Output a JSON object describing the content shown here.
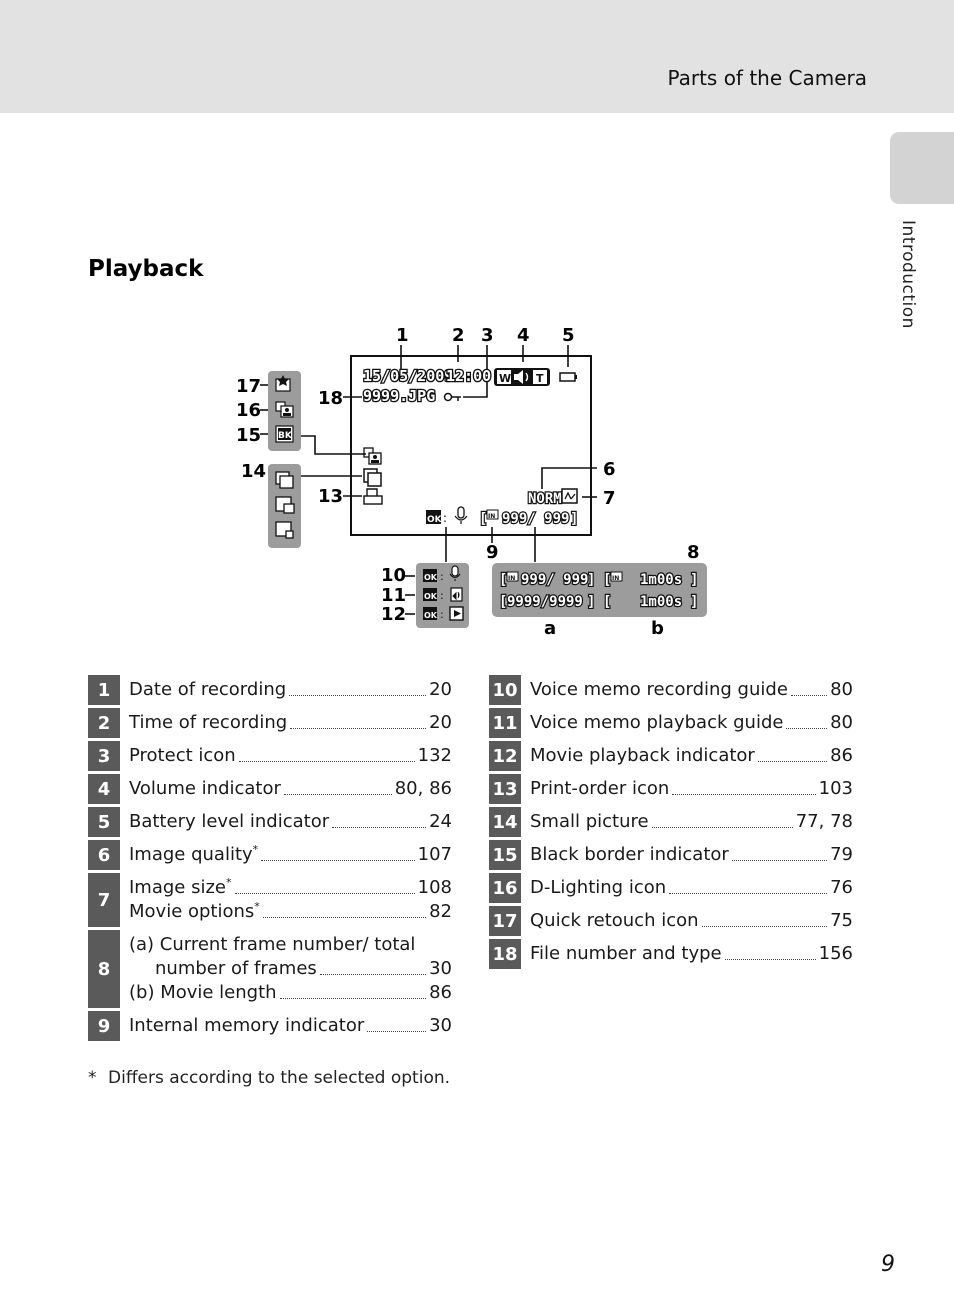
{
  "header": {
    "section_title": "Parts of the Camera"
  },
  "side_tab": {
    "label": "Introduction"
  },
  "page_title": "Playback",
  "page_number": "9",
  "diagram": {
    "callouts": {
      "c1": "1",
      "c2": "2",
      "c3": "3",
      "c4": "4",
      "c5": "5",
      "c6": "6",
      "c7": "7",
      "c8": "8",
      "c9": "9",
      "c10": "10",
      "c11": "11",
      "c12": "12",
      "c13": "13",
      "c14": "14",
      "c15": "15",
      "c16": "16",
      "c17": "17",
      "c18": "18",
      "ca": "a",
      "cb": "b"
    },
    "screen": {
      "date": "15/05/2009",
      "time": "12:00",
      "file": "9999.JPG",
      "quality": "NORM",
      "counter": "999/  999",
      "in_label": "IN"
    },
    "legend_frames": {
      "row1_left": "999/ 999",
      "row1_right": "1m00s",
      "row2_left": "9999/9999",
      "row2_right": "1m00s"
    },
    "icons": [
      "calendar-icon",
      "protect-key-icon",
      "volume-icon",
      "battery-icon",
      "image-size-icon",
      "print-order-icon",
      "small-picture-icon",
      "black-border-icon",
      "d-lighting-icon",
      "quick-retouch-icon",
      "voice-memo-icon",
      "movie-play-icon",
      "internal-memory-icon"
    ]
  },
  "left_items": [
    {
      "num": "1",
      "lines": [
        {
          "text": "Date of recording",
          "page": "20"
        }
      ]
    },
    {
      "num": "2",
      "lines": [
        {
          "text": "Time of recording",
          "page": "20"
        }
      ]
    },
    {
      "num": "3",
      "lines": [
        {
          "text": "Protect icon",
          "page": "132"
        }
      ]
    },
    {
      "num": "4",
      "lines": [
        {
          "text": "Volume indicator",
          "page": "80, 86"
        }
      ]
    },
    {
      "num": "5",
      "lines": [
        {
          "text": "Battery level indicator",
          "page": "24"
        }
      ]
    },
    {
      "num": "6",
      "lines": [
        {
          "text": "Image quality",
          "star": "*",
          "page": "107"
        }
      ]
    },
    {
      "num": "7",
      "lines": [
        {
          "text": "Image size",
          "star": "*",
          "page": "108"
        },
        {
          "text": "Movie options",
          "star": "*",
          "page": "82"
        }
      ]
    },
    {
      "num": "8",
      "lines": [
        {
          "text": "(a) Current frame number/ total",
          "page": ""
        },
        {
          "text": "number of frames",
          "page": "30",
          "indent": true
        },
        {
          "text": "(b) Movie length",
          "page": "86"
        }
      ]
    },
    {
      "num": "9",
      "lines": [
        {
          "text": "Internal memory indicator",
          "page": "30"
        }
      ]
    }
  ],
  "right_items": [
    {
      "num": "10",
      "lines": [
        {
          "text": "Voice memo recording guide",
          "page": "80"
        }
      ]
    },
    {
      "num": "11",
      "lines": [
        {
          "text": "Voice memo playback guide",
          "page": "80"
        }
      ]
    },
    {
      "num": "12",
      "lines": [
        {
          "text": "Movie playback indicator",
          "page": "86"
        }
      ]
    },
    {
      "num": "13",
      "lines": [
        {
          "text": "Print-order icon",
          "page": "103"
        }
      ]
    },
    {
      "num": "14",
      "lines": [
        {
          "text": "Small picture",
          "page": "77, 78"
        }
      ]
    },
    {
      "num": "15",
      "lines": [
        {
          "text": "Black border indicator",
          "page": "79"
        }
      ]
    },
    {
      "num": "16",
      "lines": [
        {
          "text": "D-Lighting icon",
          "page": "76"
        }
      ]
    },
    {
      "num": "17",
      "lines": [
        {
          "text": "Quick retouch icon",
          "page": "75"
        }
      ]
    },
    {
      "num": "18",
      "lines": [
        {
          "text": "File number and type",
          "page": "156"
        }
      ]
    }
  ],
  "footnote": {
    "mark": "*",
    "text": "Differs according to the selected option."
  }
}
